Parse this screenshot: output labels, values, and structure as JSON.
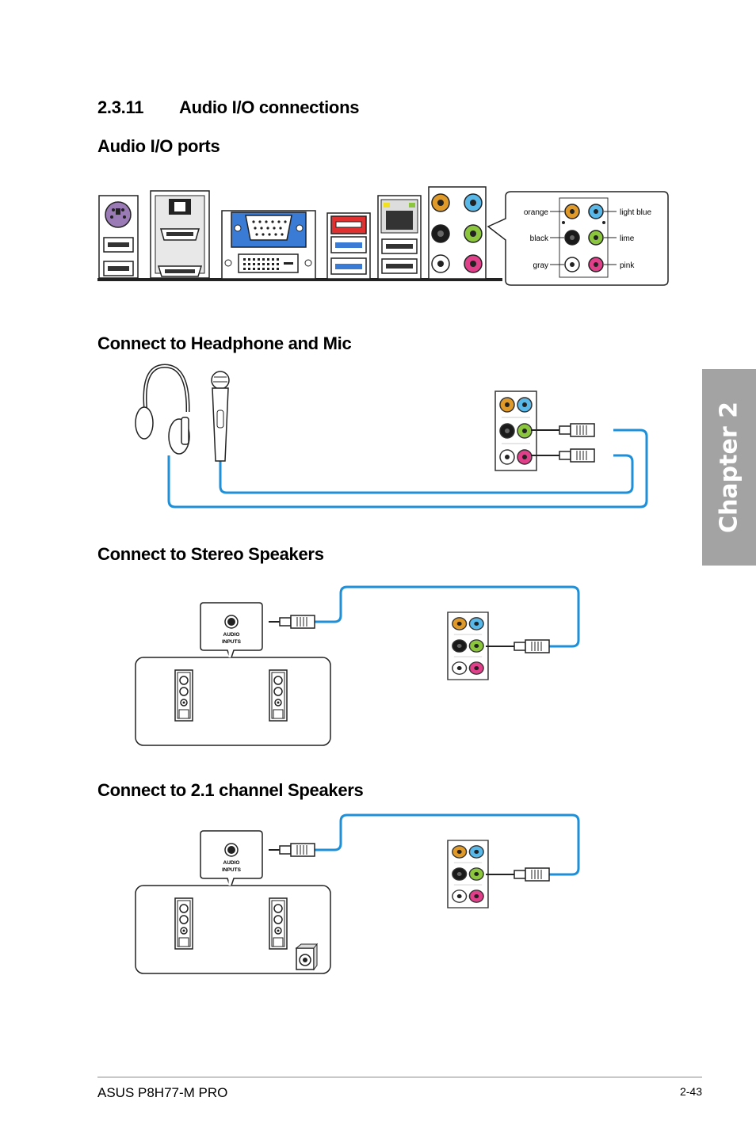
{
  "section": {
    "number": "2.3.11",
    "title": "Audio I/O connections"
  },
  "headings": {
    "ports": "Audio I/O ports",
    "headphone": "Connect to Headphone and Mic",
    "stereo": "Connect to Stereo Speakers",
    "channel21": "Connect to 2.1 channel Speakers"
  },
  "jack_legend": {
    "left": [
      "orange",
      "black",
      "gray"
    ],
    "right": [
      "light blue",
      "lime",
      "pink"
    ]
  },
  "jack_colors": {
    "orange": "#e09a2a",
    "light_blue": "#5ab8e8",
    "black": "#1a1a1a",
    "lime": "#8cc63f",
    "gray": "#ffffff",
    "pink": "#e0408a"
  },
  "cable_color": "#1f8fd8",
  "audio_inputs_label": [
    "AUDIO",
    "INPUTS"
  ],
  "chapter_tab": "Chapter 2",
  "footer": {
    "product": "ASUS P8H77-M PRO",
    "page": "2-43"
  }
}
